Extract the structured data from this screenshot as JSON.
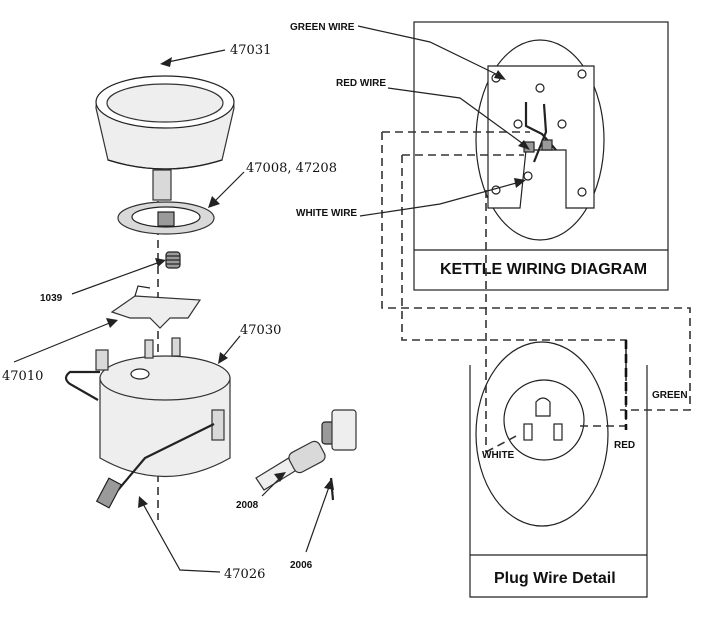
{
  "part_numbers": {
    "lid": "47031",
    "gasket": "47008, 47208",
    "spring": "1039",
    "bracket": "47010",
    "kettle": "47030",
    "stirrer": "47026",
    "switch": "2008",
    "screw": "2006"
  },
  "wiring_labels": {
    "green_wire": "GREEN WIRE",
    "red_wire": "RED WIRE",
    "white_wire": "WHITE WIRE"
  },
  "kettle_diagram_title": "KETTLE WIRING DIAGRAM",
  "plug_labels": {
    "green": "GREEN",
    "white": "WHITE",
    "red": "RED"
  },
  "plug_detail_title": "Plug Wire Detail"
}
